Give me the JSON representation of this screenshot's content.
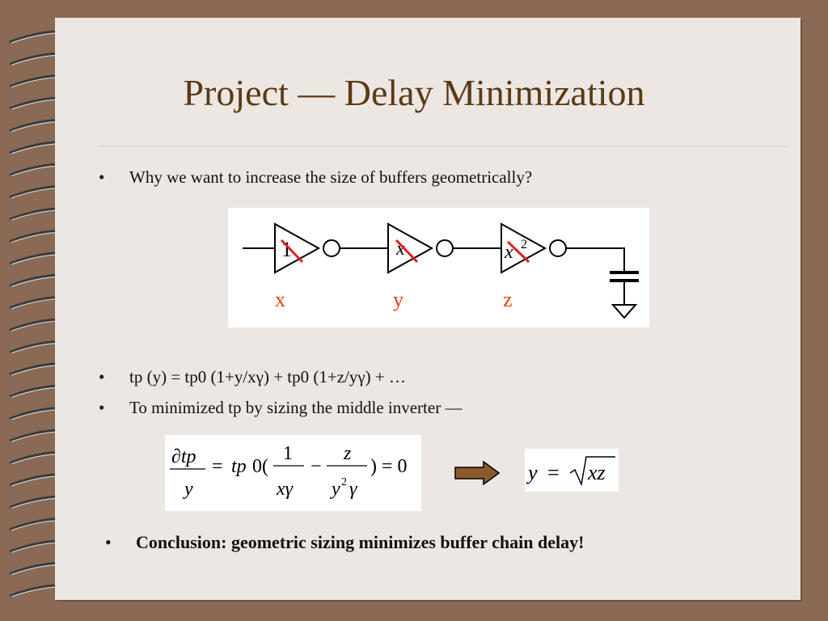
{
  "slide": {
    "title": "Project — Delay Minimization",
    "bullets": [
      "Why we want to increase the size of buffers geometrically?",
      "tp (y) = tp0 (1+y/xγ) + tp0 (1+z/yγ) + …",
      "To minimized tp by sizing the middle inverter —",
      "Conclusion: geometric sizing minimizes buffer chain delay!"
    ],
    "bullet_symbol": "•"
  },
  "circuit": {
    "inverter_labels": [
      "1",
      "x",
      "x"
    ],
    "exponent": "2",
    "node_labels": [
      "x",
      "y",
      "z"
    ],
    "label_color": "#e8400c"
  },
  "equations": {
    "derivative": {
      "d_tp": "∂tp",
      "den_y": "y",
      "eq": "=",
      "tp0": "tp",
      "zero_paren": "0(",
      "one": "1",
      "xg": "xγ",
      "minus": "−",
      "z": "z",
      "y": "y",
      "sq": "2",
      "g": "γ",
      "close": ") = 0"
    },
    "result": {
      "y": "y",
      "eq": "=",
      "xz": "xz"
    }
  },
  "colors": {
    "title": "#5b3a15",
    "arrow": "#8b5a2b",
    "frame": "#8a6a55"
  }
}
